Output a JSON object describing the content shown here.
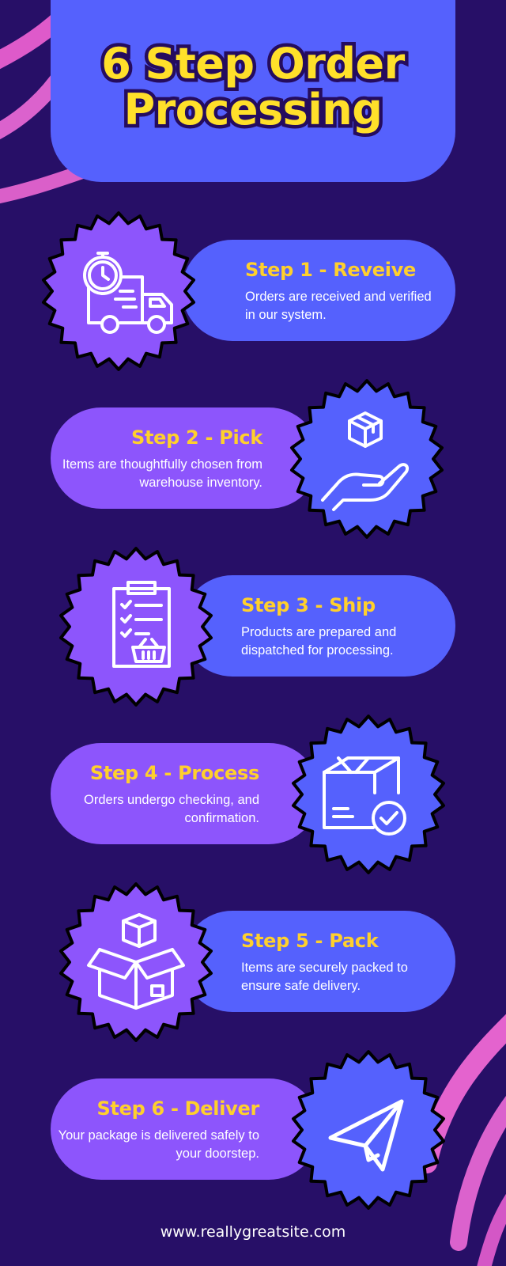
{
  "title": {
    "line1": "6 Step Order",
    "line2": "Processing"
  },
  "steps": [
    {
      "title": "Step 1 - Reveive",
      "description": "Orders are received and verified in our system.",
      "icon": "stopwatch-truck-icon"
    },
    {
      "title": "Step 2 - Pick",
      "description": "Items are thoughtfully chosen from warehouse inventory.",
      "icon": "hand-holding-box-icon"
    },
    {
      "title": "Step 3 - Ship",
      "description": "Products are prepared and dispatched for processing.",
      "icon": "clipboard-checklist-icon"
    },
    {
      "title": "Step 4 - Process",
      "description": "Orders undergo checking, and confirmation.",
      "icon": "box-checkmark-icon"
    },
    {
      "title": "Step 5 - Pack",
      "description": "Items are securely packed to ensure safe delivery.",
      "icon": "open-box-icon"
    },
    {
      "title": "Step 6 - Deliver",
      "description": "Your package is delivered safely to your doorstep.",
      "icon": "paper-plane-icon"
    }
  ],
  "footer": {
    "website": "www.reallygreatsite.com"
  },
  "colors": {
    "background": "#270f67",
    "panel_blue": "#5561fd",
    "panel_purple": "#8d55fc",
    "accent_yellow": "#ffd02c",
    "brush_pink": "#f266d6"
  }
}
